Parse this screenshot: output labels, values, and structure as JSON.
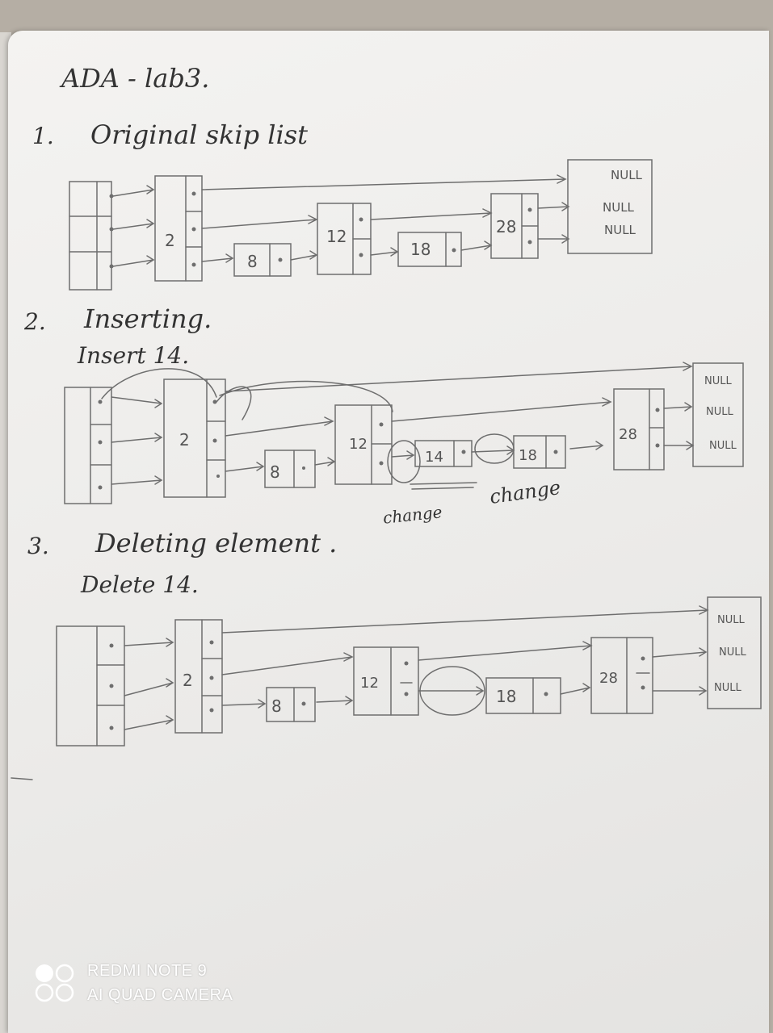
{
  "notebook": {
    "heading": "ADA - lab3.",
    "sections": [
      {
        "number": "1.",
        "title": "Original skip list"
      },
      {
        "number": "2.",
        "title": "Inserting.",
        "subtitle": "Insert 14."
      },
      {
        "number": "3.",
        "title": "Deleting element .",
        "subtitle": "Delete 14."
      }
    ],
    "annotations": {
      "change_left": "change",
      "change_right": "change"
    },
    "null_label": "NULL",
    "values": {
      "v2": "2",
      "v8": "8",
      "v12": "12",
      "v14": "14",
      "v18": "18",
      "v28": "28"
    }
  },
  "watermark": {
    "line1": "REDMI NOTE 9",
    "line2": "AI QUAD CAMERA",
    "icon": "camera-dots-logo-icon"
  }
}
